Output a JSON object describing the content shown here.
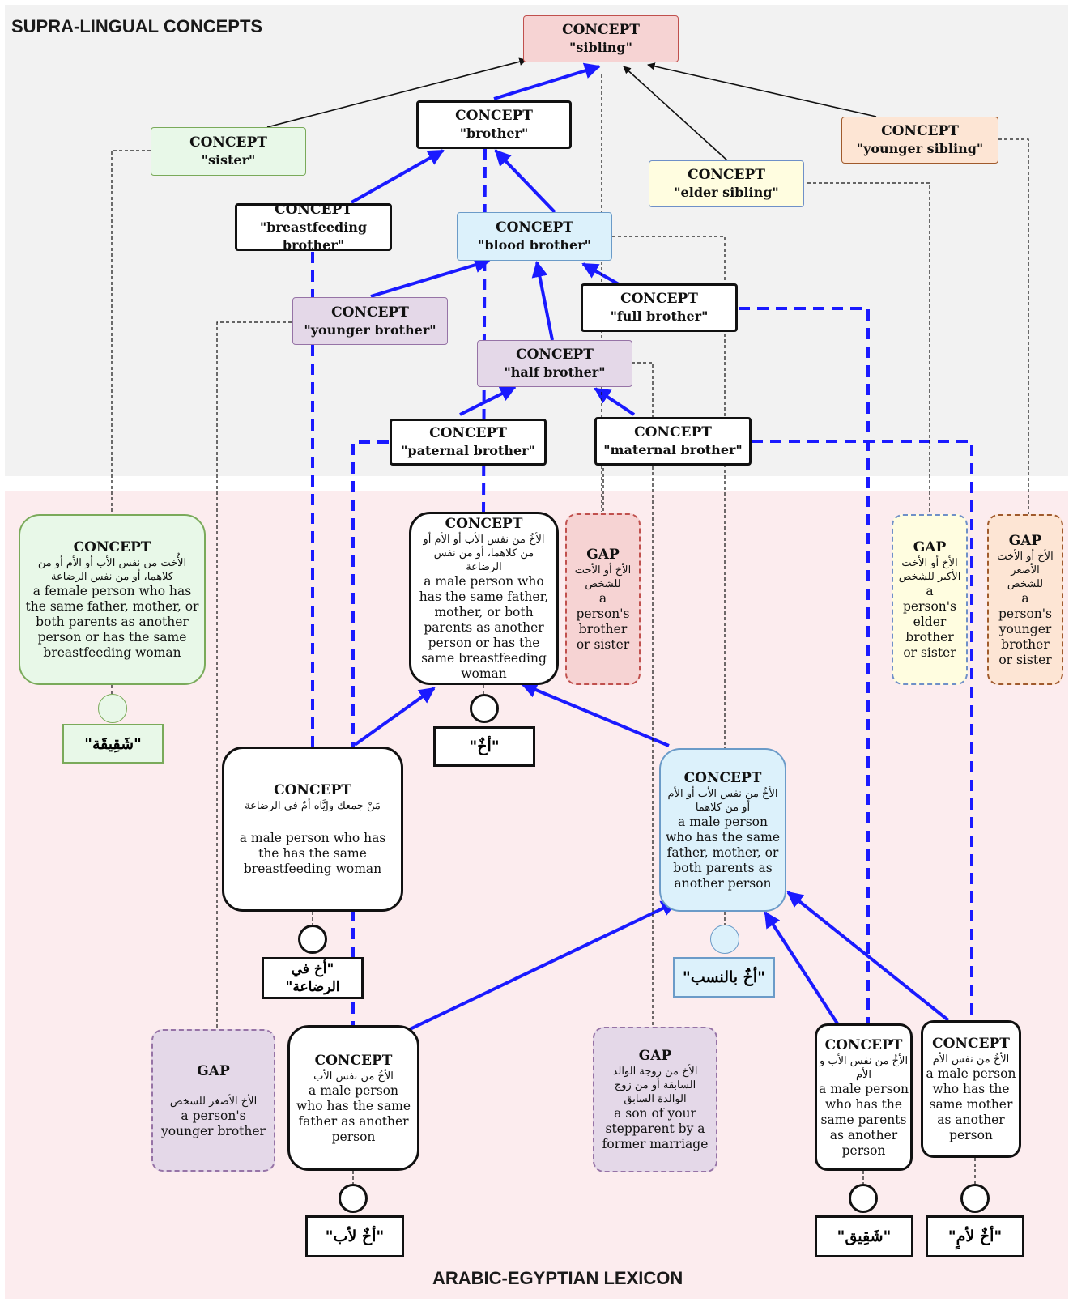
{
  "sections": {
    "top": "SUPRA-LINGUAL CONCEPTS",
    "bottom": "ARABIC-EGYPTIAN LEXICON"
  },
  "concepts": {
    "sibling": {
      "kind": "CONCEPT",
      "term": "\"sibling\""
    },
    "brother": {
      "kind": "CONCEPT",
      "term": "\"brother\""
    },
    "sister": {
      "kind": "CONCEPT",
      "term": "\"sister\""
    },
    "elder_sibling": {
      "kind": "CONCEPT",
      "term": "\"elder sibling\""
    },
    "younger_sibling": {
      "kind": "CONCEPT",
      "term": "\"younger sibling\""
    },
    "breastfeeding_brother": {
      "kind": "CONCEPT",
      "term": "\"breastfeeding brother\""
    },
    "blood_brother": {
      "kind": "CONCEPT",
      "term": "\"blood brother\""
    },
    "younger_brother": {
      "kind": "CONCEPT",
      "term": "\"younger brother\""
    },
    "full_brother": {
      "kind": "CONCEPT",
      "term": "\"full brother\""
    },
    "half_brother": {
      "kind": "CONCEPT",
      "term": "\"half brother\""
    },
    "paternal_brother": {
      "kind": "CONCEPT",
      "term": "\"paternal brother\""
    },
    "maternal_brother": {
      "kind": "CONCEPT",
      "term": "\"maternal brother\""
    }
  },
  "lexicon": {
    "sister_def": {
      "kind": "CONCEPT",
      "arabic": "الأُخت من نفس الأب أو الأم أو من كلاهما، أو من نفس الرضاعة",
      "english": "a female person who has the same father, mother, or both parents as another person or has the same breastfeeding woman",
      "word": "\"شَقِيقَة\""
    },
    "brother_def": {
      "kind": "CONCEPT",
      "arabic": "الأخُ من نفس الأب أو الأم أو من كلاهما، أو من نفس الرضاعة",
      "english": "a male person who has the same father, mother, or both parents as another person or has the same breastfeeding woman",
      "word": "\"أخٌ\""
    },
    "gap_sibling": {
      "kind": "GAP",
      "arabic": "الأخ أو الأخت للشخص",
      "english": "a person's brother or sister"
    },
    "gap_elder": {
      "kind": "GAP",
      "arabic": "الأخ أو الأخت الأكبر للشخص",
      "english": "a person's elder brother or sister"
    },
    "gap_younger": {
      "kind": "GAP",
      "arabic": "الأخ أو الأخت الأصغر للشخص",
      "english": "a person's younger brother or sister"
    },
    "breast_def": {
      "kind": "CONCEPT",
      "arabic": "مَنْ جمعك وإيَّاه أمٌ في الرضاعة",
      "english": "a male person who has the has the same breastfeeding woman",
      "word": "\"أخ في الرضاعة\""
    },
    "blood_def": {
      "kind": "CONCEPT",
      "arabic": "الأخُ من نفس الأب أو الأم أو من كلاهما",
      "english": "a male person who has the same father, mother, or both parents as another person",
      "word": "\"أخٌ بالنسب\""
    },
    "gap_younger_brother": {
      "kind": "GAP",
      "arabic": "الأخ الأصغر للشخص",
      "english": "a person's younger brother"
    },
    "paternal_def": {
      "kind": "CONCEPT",
      "arabic": "الأخُ من نفس الأب",
      "english": "a male person who has the same father as another person",
      "word": "\"أخٌ لأب\""
    },
    "gap_step": {
      "kind": "GAP",
      "arabic": "الأخ من زوجة الوالد السابقة أو من زوج الوالدة السابق",
      "english": "a son of your stepparent by a former marriage"
    },
    "full_def": {
      "kind": "CONCEPT",
      "arabic": "الأخُ من نفس الأب و الأم",
      "english": "a male person who has the same parents as another person",
      "word": "\"شَقِيق\""
    },
    "maternal_def": {
      "kind": "CONCEPT",
      "arabic": "الأخُ من نفس الأم",
      "english": "a male person who has the same mother as another person",
      "word": "\"أخٌ لأمٍ\""
    }
  },
  "colors": {
    "hyper_arrow": "#1a1aff",
    "red_fill": "#f6d3d3",
    "red_border": "#c0504d",
    "green_fill": "#e8f8e8",
    "green_border": "#7aaa5a",
    "yellow_fill": "#fffde0",
    "yellow_border": "#6f90c8",
    "orange_fill": "#fde5d4",
    "orange_border": "#a05a2c",
    "blue_fill": "#dcf1fb",
    "blue_border": "#6b9bc8",
    "purple_fill": "#e4d8e8",
    "purple_border": "#9673a6"
  }
}
